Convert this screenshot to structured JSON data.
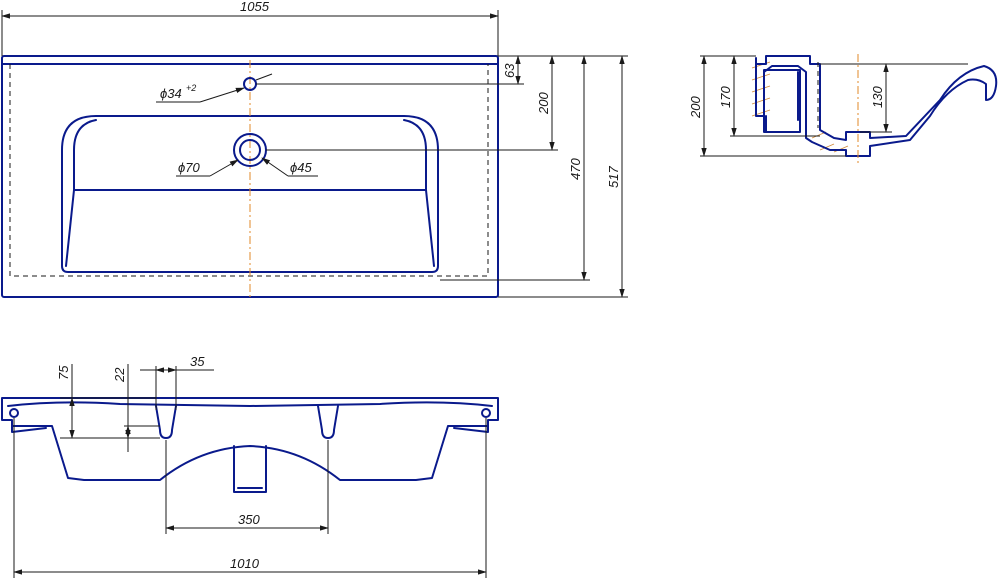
{
  "drawing": {
    "top_view": {
      "width_label": "1055",
      "depth_label": "517",
      "basin_depth_label": "470",
      "tap_hole_offset_label": "63",
      "drain_offset_label": "200",
      "tap_hole_dia_label": "ϕ34",
      "tap_hole_tol_label": "+2",
      "drain_outer_dia_label": "ϕ70",
      "drain_inner_dia_label": "ϕ45"
    },
    "side_section": {
      "height_label": "200",
      "rim_height_label": "170",
      "bowl_depth_label": "130"
    },
    "front_view": {
      "dim_75_label": "75",
      "dim_22_label": "22",
      "dim_35_label": "35",
      "mount_spacing_label": "350",
      "support_width_label": "1010"
    }
  }
}
